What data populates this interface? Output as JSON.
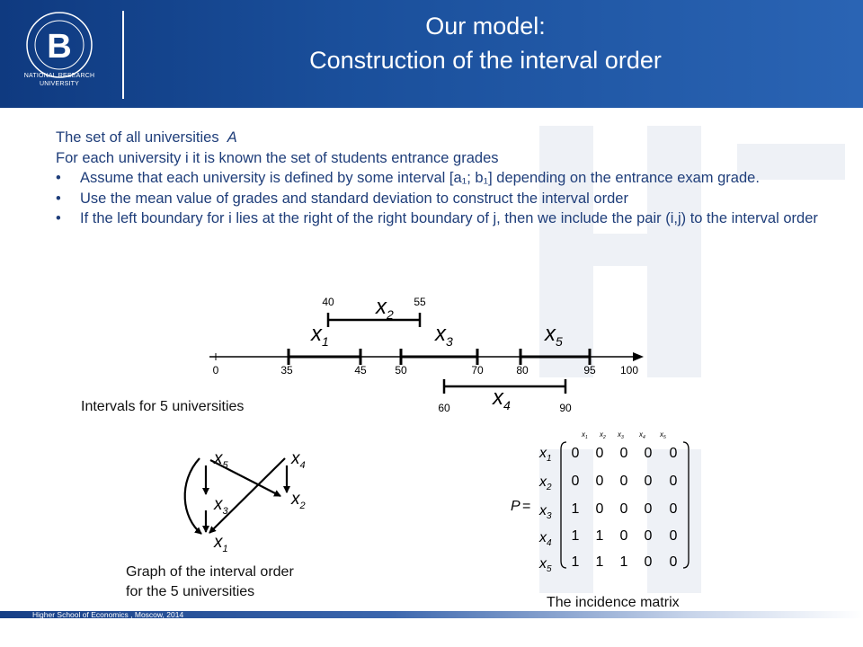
{
  "header": {
    "title_line1": "Our model:",
    "title_line2": "Construction of the interval order",
    "logo_caption_line1": "NATIONAL RESEARCH",
    "logo_caption_line2": "UNIVERSITY"
  },
  "body": {
    "line1": "The set of all universities",
    "line1_symbol": "A",
    "line2": "For each university i it is known the set of students entrance grades",
    "bullets": [
      "Assume that each university is defined by some interval [a₁; b₁] depending on the entrance exam grade.",
      "Use the mean value of grades and standard deviation to construct the interval order",
      "If the left boundary for i lies at the right of the right boundary of j, then we include the pair (i,j) to the interval order"
    ]
  },
  "number_line": {
    "ticks": [
      "0",
      "35",
      "45",
      "50",
      "70",
      "80",
      "95",
      "100"
    ],
    "intervals": [
      {
        "label": "x1",
        "from": 35,
        "to": 45
      },
      {
        "label": "x2",
        "from": 40,
        "to": 55
      },
      {
        "label": "x3",
        "from": 50,
        "to": 70
      },
      {
        "label": "x4",
        "from": 60,
        "to": 90
      },
      {
        "label": "x5",
        "from": 80,
        "to": 95
      }
    ],
    "bracket_labels": [
      "40",
      "55",
      "60",
      "90"
    ]
  },
  "captions": {
    "intervals": "Intervals for 5 universities",
    "graph_line1": "Graph of the interval order",
    "graph_line2": "for the 5 universities",
    "matrix": "The incidence matrix"
  },
  "matrix": {
    "name": "P",
    "col_labels": [
      "x1",
      "x2",
      "x3",
      "x4",
      "x5"
    ],
    "row_labels": [
      "x1",
      "x2",
      "x3",
      "x4",
      "x5"
    ],
    "rows": [
      [
        "0",
        "0",
        "0",
        "0",
        "0"
      ],
      [
        "0",
        "0",
        "0",
        "0",
        "0"
      ],
      [
        "1",
        "0",
        "0",
        "0",
        "0"
      ],
      [
        "1",
        "1",
        "0",
        "0",
        "0"
      ],
      [
        "1",
        "1",
        "1",
        "0",
        "0"
      ]
    ]
  },
  "footer": {
    "text": "Higher School of Economics , Moscow, 2014"
  },
  "colors": {
    "header_blue": "#1a4f9b",
    "body_text": "#1f3e7a"
  }
}
